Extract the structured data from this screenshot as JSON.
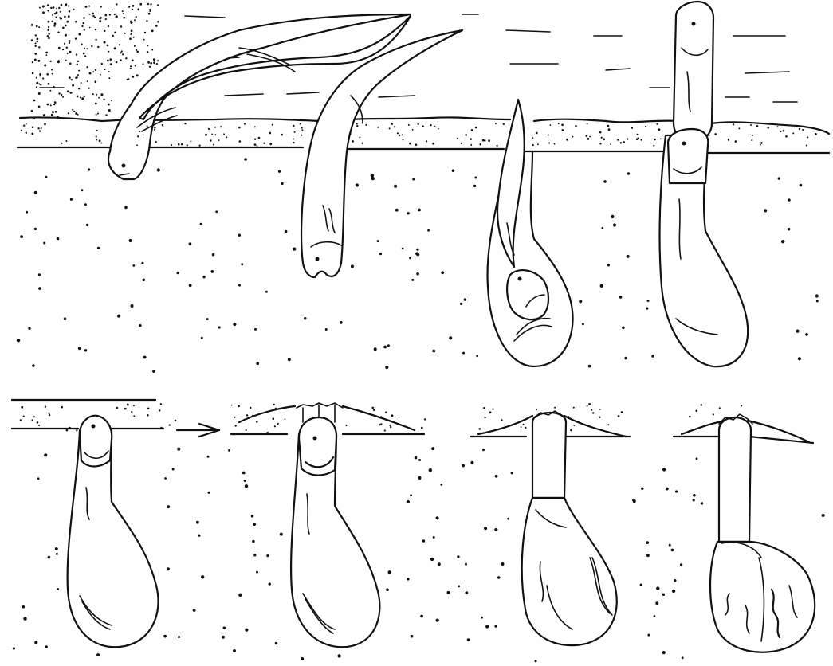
{
  "figure": {
    "panel_count": 8,
    "rows": [
      {
        "row": "top",
        "panels": [
          {
            "stage": "fish-probing-substrate-icon"
          },
          {
            "stage": "fish-entering-burrow-icon"
          },
          {
            "stage": "fish-curling-in-burrow-icon"
          },
          {
            "stage": "fish-in-burrow-head-out-icon"
          }
        ]
      },
      {
        "row": "bottom",
        "panels": [
          {
            "stage": "fish-in-burrow-icon"
          },
          {
            "stage": "fish-sealing-burrow-mouth-icon"
          },
          {
            "stage": "sealed-burrow-mucus-plug-icon"
          },
          {
            "stage": "aestivating-fish-sealed-burrow-icon"
          }
        ]
      }
    ],
    "ink_color": "#111111",
    "background_color": "#ffffff"
  }
}
